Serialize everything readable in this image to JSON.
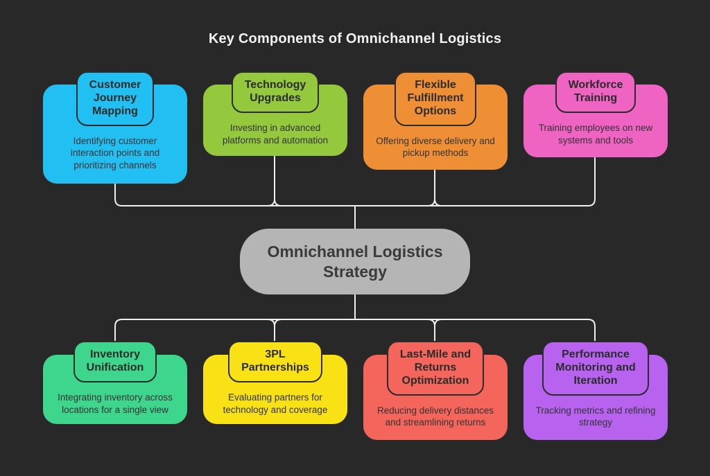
{
  "title": "Key Components of Omnichannel Logistics",
  "background_color": "#282828",
  "connector_color": "#EFEFEF",
  "text_colors": {
    "title": "#F2F2F2",
    "pill": "#2B2B2B",
    "description": "#333333"
  },
  "center_node": {
    "label": "Omnichannel Logistics\nStrategy",
    "color": "#B5B5B5",
    "text_color": "#3A3A3A"
  },
  "top_nodes": [
    {
      "title": "Customer\nJourney\nMapping",
      "description": "Identifying customer\ninteraction points and\nprioritizing channels",
      "color": "#22BFF2"
    },
    {
      "title": "Technology\nUpgrades",
      "description": "Investing in advanced\nplatforms and automation",
      "color": "#94C93D"
    },
    {
      "title": "Flexible\nFulfillment\nOptions",
      "description": "Offering diverse delivery and\npickup methods",
      "color": "#EF8F35"
    },
    {
      "title": "Workforce\nTraining",
      "description": "Training employees on new\nsystems and tools",
      "color": "#EF63C2"
    }
  ],
  "bottom_nodes": [
    {
      "title": "Inventory\nUnification",
      "description": "Integrating inventory across\nlocations for a single view",
      "color": "#3DD68C"
    },
    {
      "title": "3PL\nPartnerships",
      "description": "Evaluating partners for\ntechnology and coverage",
      "color": "#F8E114"
    },
    {
      "title": "Last-Mile and\nReturns\nOptimization",
      "description": "Reducing delivery distances\nand streamlining returns",
      "color": "#F4655C"
    },
    {
      "title": "Performance\nMonitoring and\nIteration",
      "description": "Tracking metrics and refining\nstrategy",
      "color": "#B763F0"
    }
  ]
}
